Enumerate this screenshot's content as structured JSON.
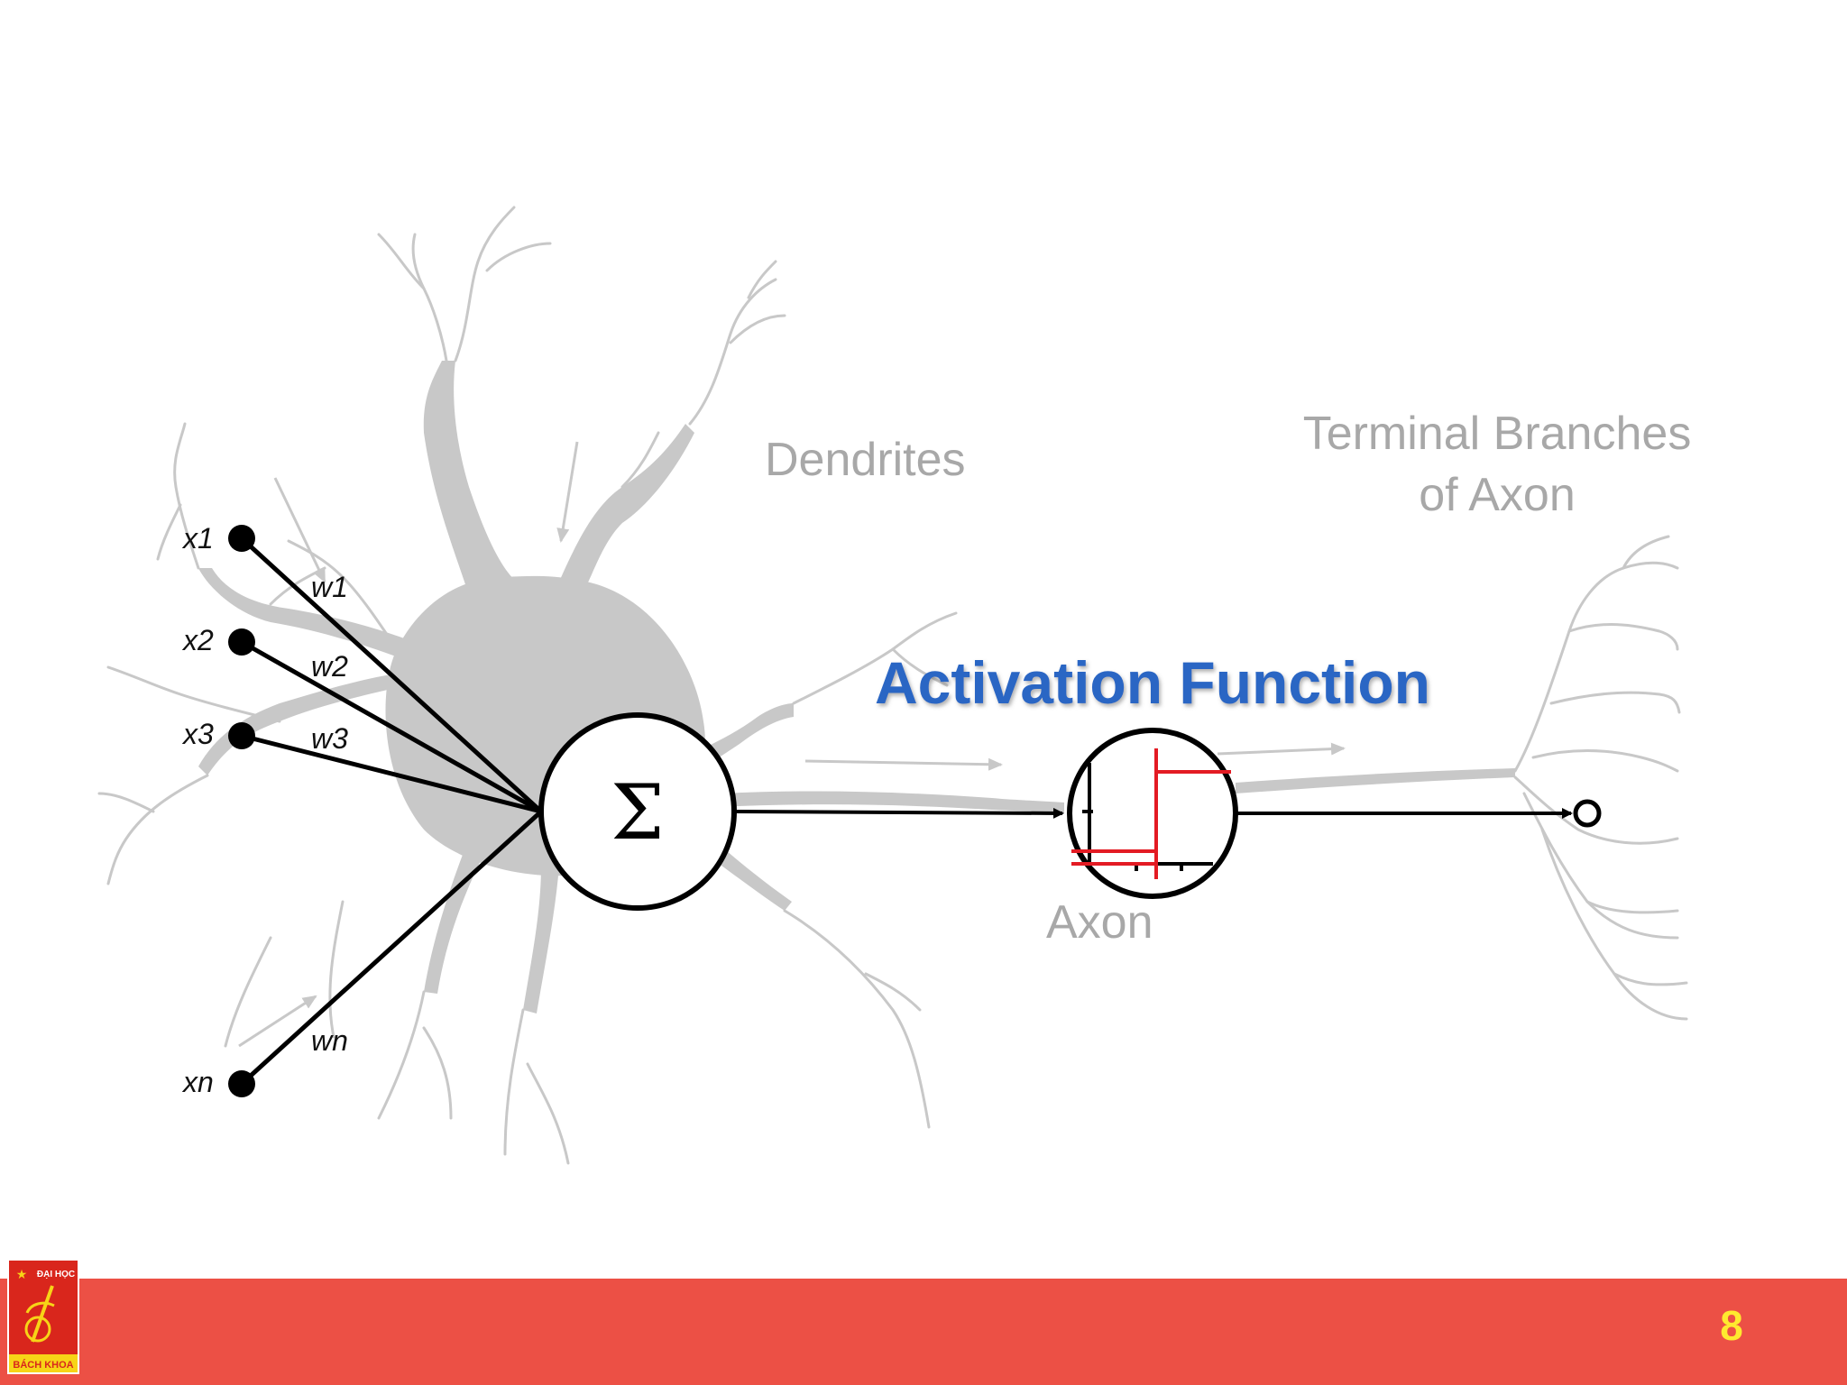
{
  "colors": {
    "background": "#ffffff",
    "footer_bar": "#ec5045",
    "page_number": "#ffea2f",
    "neuron_gray": "#c8c8c8",
    "label_gray": "#a8a8a8",
    "title_blue": "#2b66c4",
    "step_red": "#e31b23",
    "logo_red": "#d9261c",
    "logo_yellow": "#f7d417"
  },
  "diagram": {
    "labels": {
      "dendrites": "Dendrites",
      "terminal_line1": "Terminal Branches",
      "terminal_line2": "of Axon",
      "axon": "Axon",
      "activation_title": "Activation Function",
      "sum_symbol": "Σ"
    },
    "inputs": [
      {
        "x": "x1",
        "w": "w1"
      },
      {
        "x": "x2",
        "w": "w2"
      },
      {
        "x": "x3",
        "w": "w3"
      },
      {
        "x": "xn",
        "w": "wn"
      }
    ],
    "icons": {
      "summation": "summation-icon",
      "step_function": "step-function-icon",
      "output_node": "output-node-icon"
    }
  },
  "footer": {
    "page_number": "8",
    "logo": {
      "line1": "ĐẠI HỌC",
      "line2": "BÁCH KHOA"
    }
  }
}
